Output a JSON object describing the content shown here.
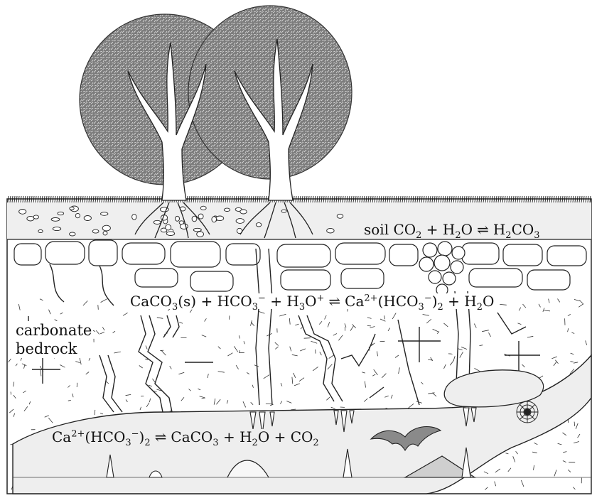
{
  "labels": {
    "soil": "soil",
    "carbonate": "carbonate",
    "bedrock": "bedrock"
  },
  "equations": {
    "soil_reaction": {
      "left": [
        "CO",
        "2",
        " + H",
        "2",
        "O"
      ],
      "right": [
        "H",
        "2",
        "CO",
        "3"
      ]
    },
    "dissolution_reaction": {
      "left": [
        "CaCO",
        "3",
        "(s) + HCO",
        "3",
        "−",
        " + H",
        "3",
        "O",
        "+"
      ],
      "right": [
        "Ca",
        "2+",
        "(HCO",
        "3",
        "−",
        ")",
        "2",
        " + H",
        "2",
        "O"
      ]
    },
    "precipitation_reaction": {
      "left": [
        "Ca",
        "2+",
        "(HCO",
        "3",
        "−",
        ")",
        "2"
      ],
      "right": [
        "CaCO",
        "3",
        " + H",
        "2",
        "O + CO",
        "2"
      ]
    }
  },
  "colors": {
    "line": "#222222",
    "soil_fill": "#efefef",
    "cave_fill": "#eeeeee",
    "rock_fill": "#ffffff",
    "foliage": "#8a8a8a"
  },
  "icons": [
    "tree-icon",
    "bat-icon",
    "spider-web-icon",
    "stalactite-icon",
    "stalagmite-icon"
  ]
}
